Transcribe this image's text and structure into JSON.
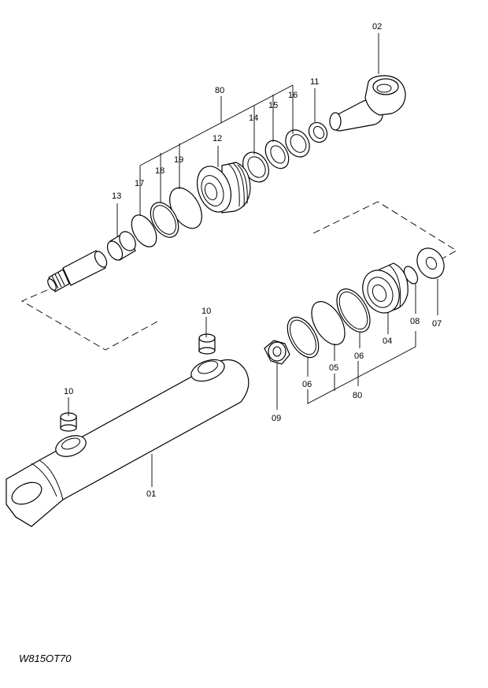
{
  "diagram": {
    "drawing_code": "W815OT70",
    "labels": {
      "p02": "02",
      "p80a": "80",
      "p11": "11",
      "p16": "16",
      "p15": "15",
      "p14": "14",
      "p12": "12",
      "p19": "19",
      "p18": "18",
      "p17": "17",
      "p13": "13",
      "p10a": "10",
      "p10b": "10",
      "p01": "01",
      "p07": "07",
      "p08": "08",
      "p04": "04",
      "p06a": "06",
      "p05": "05",
      "p06b": "06",
      "p80b": "80",
      "p09": "09"
    }
  }
}
